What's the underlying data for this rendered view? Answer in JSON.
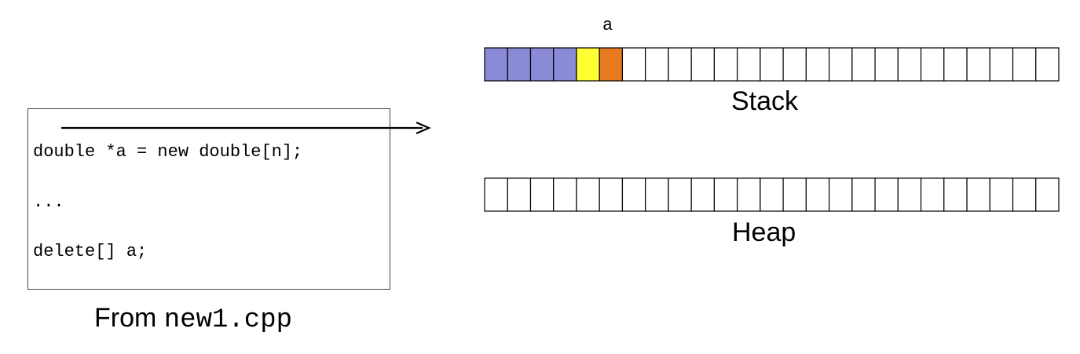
{
  "code": {
    "lines": [
      "double *a = new double[n];",
      "...",
      "delete[] a;"
    ]
  },
  "caption": {
    "prefix": "From ",
    "file": "new1.cpp"
  },
  "stack": {
    "label": "Stack",
    "pointer_label": "a",
    "cell_count": 25,
    "cells": [
      "#8a8ad6",
      "#8a8ad6",
      "#8a8ad6",
      "#8a8ad6",
      "#ffff33",
      "#e87a20"
    ]
  },
  "heap": {
    "label": "Heap",
    "cell_count": 25,
    "cells": []
  },
  "colors": {
    "outline": "#000000",
    "empty_cell": "#ffffff"
  }
}
